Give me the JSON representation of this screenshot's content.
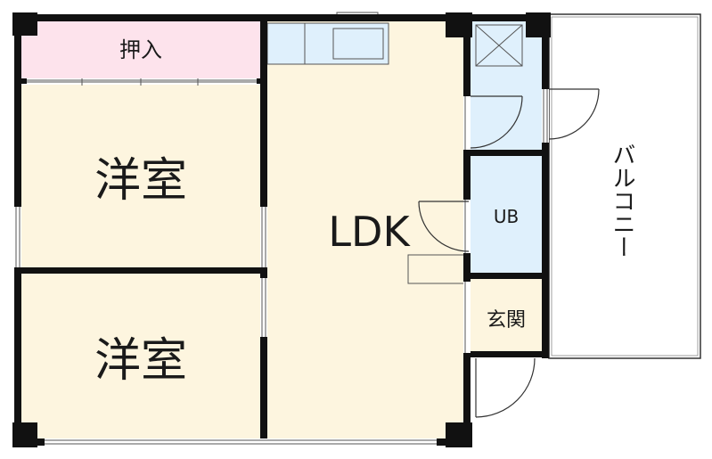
{
  "floor_plan": {
    "rooms": [
      {
        "key": "oshiire",
        "label": "押入",
        "color": "#fde3ec"
      },
      {
        "key": "western_top",
        "label": "洋室",
        "color": "#fdf5df"
      },
      {
        "key": "western_bottom",
        "label": "洋室",
        "color": "#fdf5df"
      },
      {
        "key": "ldk",
        "label": "LDK",
        "color": "#fdf5df"
      },
      {
        "key": "unit_bath",
        "label": "UB",
        "color": "#dff0fc"
      },
      {
        "key": "washroom",
        "label": "",
        "color": "#dff0fc"
      },
      {
        "key": "genkan",
        "label": "玄関",
        "color": "#fdf5df"
      },
      {
        "key": "balcony",
        "label": "バルコニー",
        "color": "#ffffff"
      }
    ],
    "colors": {
      "wall": "#111111",
      "line": "#333333",
      "kitchen": "#dff0fc"
    }
  }
}
